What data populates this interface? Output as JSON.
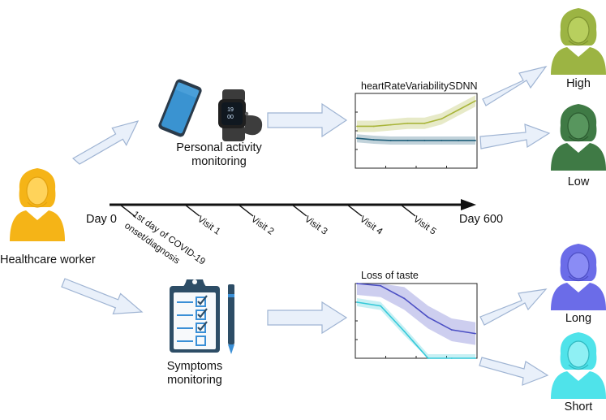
{
  "diagram": {
    "subject_label": "Healthcare worker",
    "activity": {
      "label_line1": "Personal activity",
      "label_line2": "monitoring",
      "watch_time": "19\n00"
    },
    "symptoms": {
      "label_line1": "Symptoms",
      "label_line2": "monitoring"
    },
    "timeline": {
      "start_label": "Day 0",
      "end_label": "Day 600",
      "onset_line1": "1st day of COVID-19",
      "onset_line2": "onset/diagnosis",
      "visits": [
        "Visit 1",
        "Visit 2",
        "Visit 3",
        "Visit 4",
        "Visit 5"
      ]
    },
    "outcomes": {
      "high": "High",
      "low": "Low",
      "long": "Long",
      "short": "Short"
    },
    "colors": {
      "subject": "#f5b417",
      "high": "#9cb443",
      "low": "#3f7a45",
      "long": "#6b6ce8",
      "short": "#4fe3ea",
      "arrow_fill": "#e9f0fa",
      "arrow_stroke": "#9fb4d3"
    }
  },
  "chart_data": [
    {
      "type": "line",
      "title": "heartRateVariabilitySDNN",
      "series": [
        {
          "values": [
            0.56,
            0.56,
            0.58,
            0.6,
            0.6,
            0.66,
            0.78,
            0.9
          ]
        },
        {
          "values": [
            0.4,
            0.38,
            0.37,
            0.37,
            0.37,
            0.37,
            0.37,
            0.37
          ]
        }
      ],
      "series_colors": [
        "#a9b53a",
        "#1f5f7a"
      ],
      "ylim": [
        0,
        1
      ],
      "grid": false
    },
    {
      "type": "line",
      "title": "Loss of taste",
      "series": [
        {
          "values": [
            1.0,
            0.97,
            0.8,
            0.55,
            0.38,
            0.33
          ]
        },
        {
          "values": [
            0.75,
            0.7,
            0.36,
            0.0,
            0.0,
            0.0
          ]
        }
      ],
      "series_colors": [
        "#4b4fc4",
        "#35c9d9"
      ],
      "ylim": [
        0,
        1
      ],
      "grid": false
    }
  ]
}
